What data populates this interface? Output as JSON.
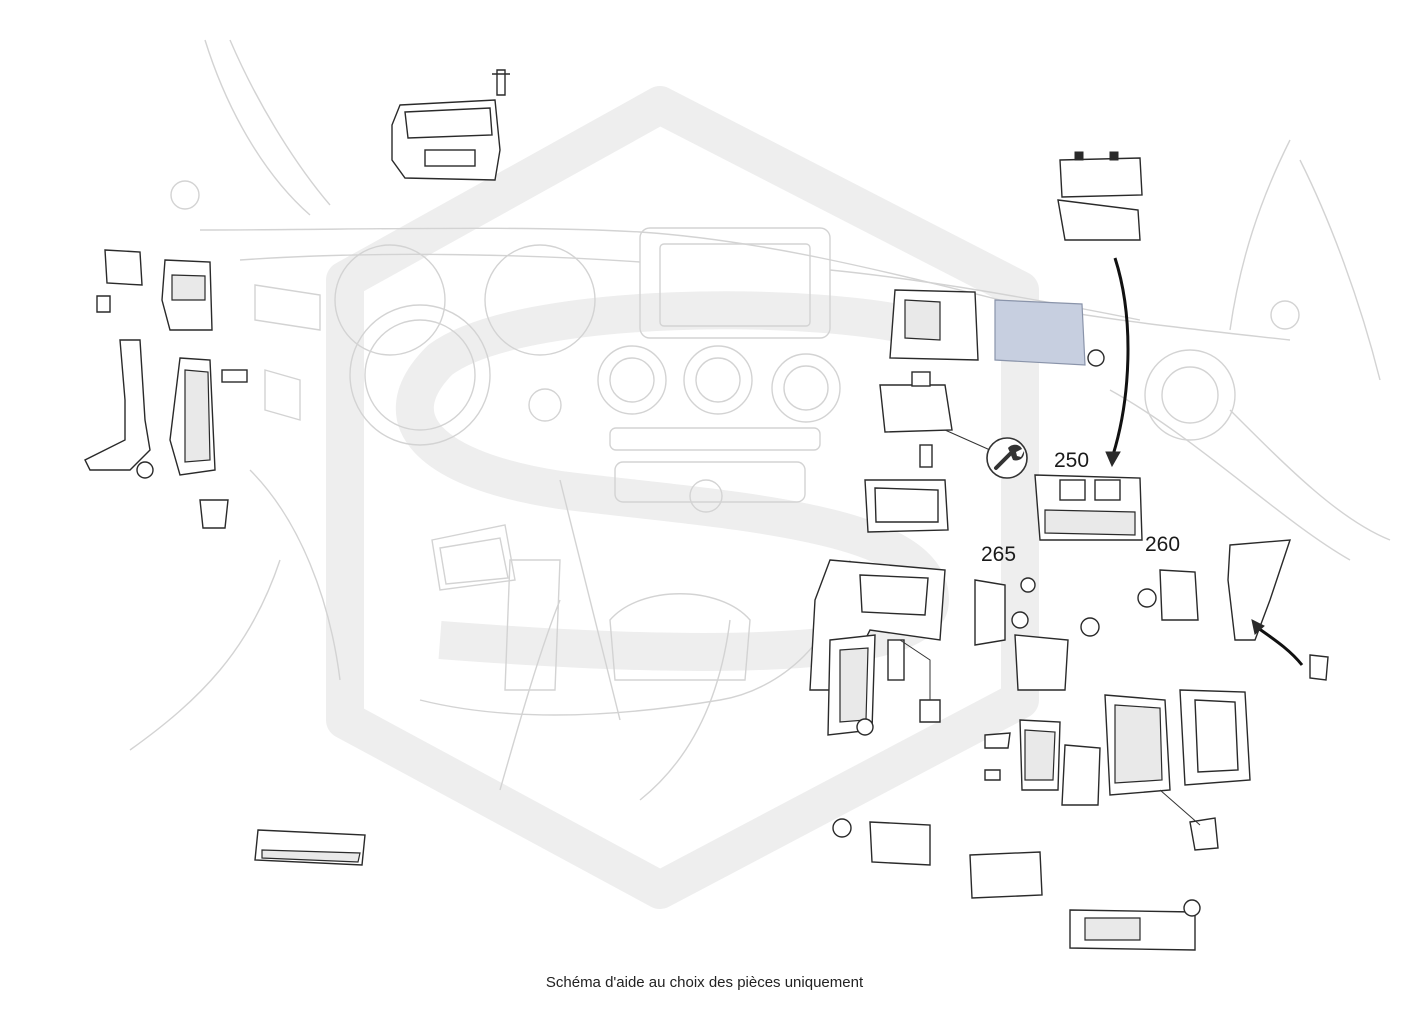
{
  "callouts": [
    {
      "id": "250",
      "text": "250"
    },
    {
      "id": "260",
      "text": "260"
    },
    {
      "id": "265",
      "text": "265"
    }
  ],
  "caption": "Schéma d'aide au choix des pièces uniquement",
  "icons": [
    "wrench-icon",
    "pointer-arrow"
  ],
  "colors": {
    "highlight_part": "#c7cfe0",
    "line": "#2a2a2a",
    "ghost": "#d3d3d3",
    "watermark": "#eeeeee"
  }
}
